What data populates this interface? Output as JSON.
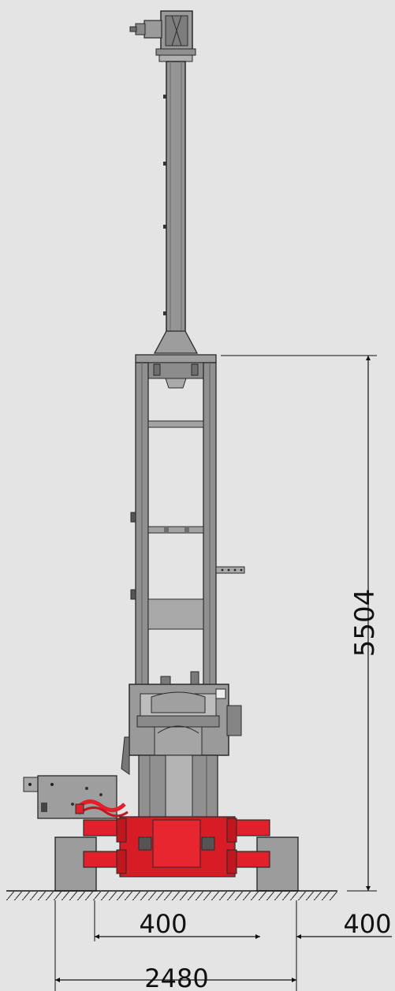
{
  "colors": {
    "background": "#e4e4e4",
    "steel": "#8f8f8f",
    "steel_dark": "#6e6e6e",
    "outline": "#2a2a2a",
    "accent_red": "#e0202a",
    "dimension_line": "#111111"
  },
  "dimensions": {
    "height": "5504",
    "track_width": "400",
    "track_offset": "400",
    "overall_width": "2480"
  }
}
